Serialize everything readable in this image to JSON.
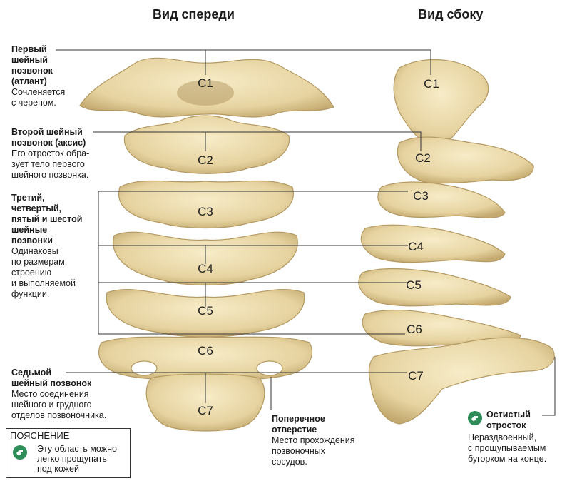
{
  "headings": {
    "front": "Вид спереди",
    "side": "Вид сбоку"
  },
  "vertebrae": {
    "front": [
      "C1",
      "C2",
      "C3",
      "C4",
      "C5",
      "C6",
      "C7"
    ],
    "side": [
      "C1",
      "C2",
      "C3",
      "C4",
      "C5",
      "C6",
      "C7"
    ]
  },
  "annotations": {
    "atlas": {
      "title": "Первый\nшейный\nпозвонок\n(атлант)",
      "desc": "Сочленяется\nс черепом."
    },
    "axis": {
      "title": "Второй шейный\nпозвонок (аксис)",
      "desc": "Его отросток обра-\nзует тело первого\nшейного позвонка."
    },
    "middle": {
      "title": "Третий,\nчетвертый,\nпятый и шестой\nшейные\nпозвонки",
      "desc": "Одинаковы\nпо размерам,\nстроению\nи выполняемой\nфункции."
    },
    "seventh": {
      "title": "Седьмой\nшейный позвонок",
      "desc": "Место соединения\nшейного и грудного\nотделов позвоночника."
    },
    "foramen": {
      "title": "Поперечное\nотверстие",
      "desc": "Место прохождения\nпозвоночных\nсосудов."
    },
    "spinous": {
      "title": "Остистый\nотросток",
      "desc": "Нераздвоенный,\nс прощупываемым\nбугорком на конце."
    }
  },
  "legend": {
    "title": "ПОЯСНЕНИЕ",
    "text": "Эту область можно\nлегко прощупать\nпод кожей",
    "icon": "palpation-hand-icon"
  },
  "colors": {
    "bone": "#ecdcae",
    "bone_shadow": "#c9b27a",
    "line": "#333333",
    "icon": "#2f8d5a"
  }
}
